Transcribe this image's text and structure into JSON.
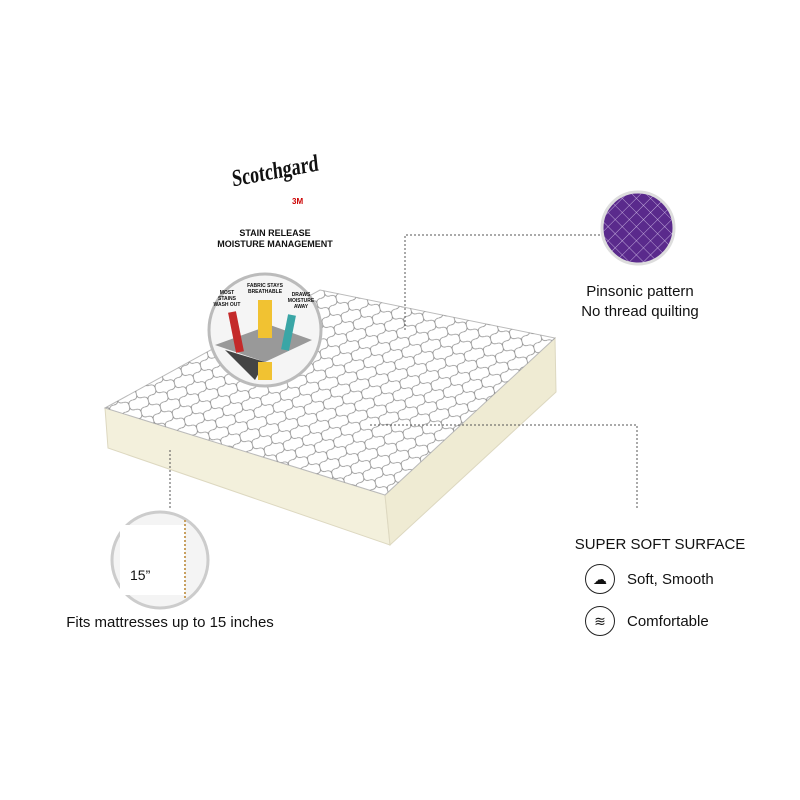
{
  "brand": {
    "logo_text": "Scotchgard",
    "logo_sub": "3M",
    "line1": "STAIN RELEASE",
    "line2": "MOISTURE MANAGEMENT"
  },
  "diagram": {
    "label_left": "MOST STAINS WASH OUT",
    "label_center": "FABRIC STAYS BREATHABLE",
    "label_right": "DRAWS MOISTURE AWAY"
  },
  "pattern": {
    "line1": "Pinsonic  pattern",
    "line2": "No thread quilting",
    "color": "#5a2a8c"
  },
  "depth": {
    "badge": "15”",
    "caption": "Fits mattresses up to 15 inches"
  },
  "surface": {
    "heading": "SUPER SOFT SURFACE",
    "features": [
      {
        "icon": "cotton-icon",
        "label": "Soft, Smooth"
      },
      {
        "icon": "waves-icon",
        "label": "Comfortable"
      }
    ]
  },
  "colors": {
    "side": "#f3f0dc",
    "stitch": "#777777"
  }
}
